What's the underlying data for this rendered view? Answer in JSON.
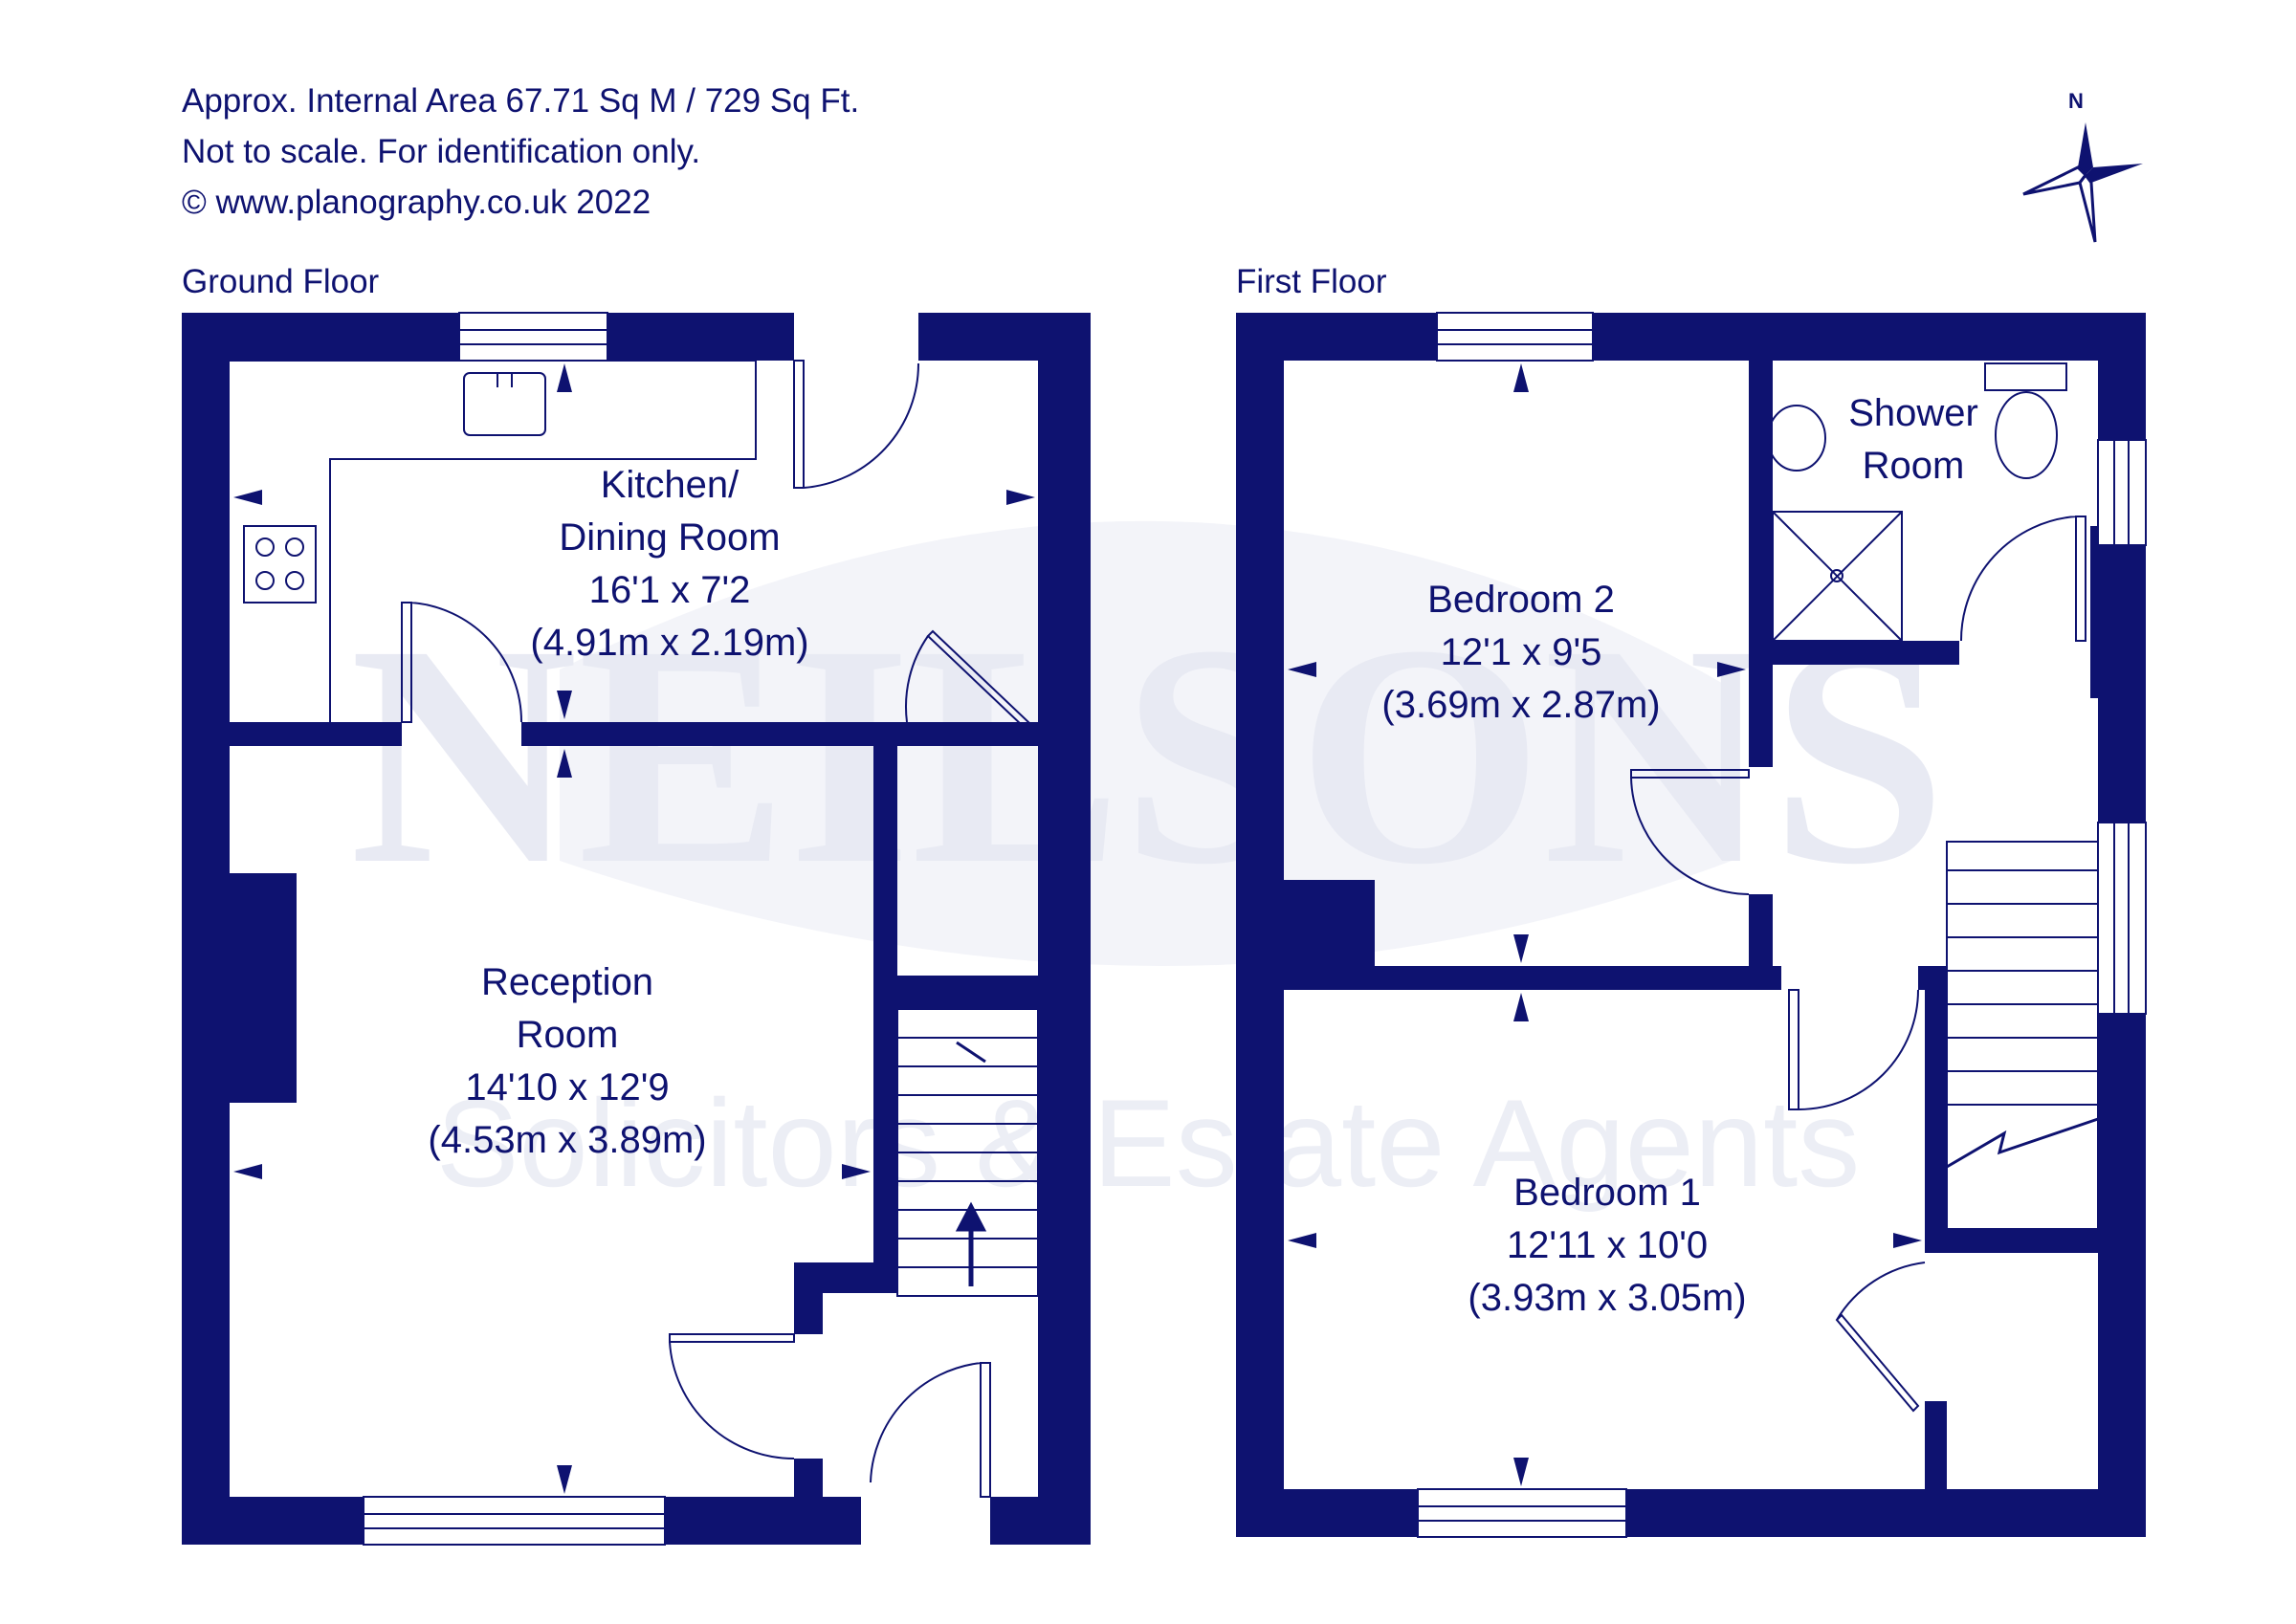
{
  "header": {
    "line1": "Approx. Internal Area 67.71 Sq M / 729 Sq Ft.",
    "line2": "Not to scale. For identification only.",
    "line3": "© www.planography.co.uk 2022"
  },
  "compass": {
    "label": "N"
  },
  "watermark": {
    "brand": "NEILSONS",
    "tagline": "Solicitors & Estate Agents"
  },
  "colors": {
    "wall": "#0e1270",
    "background": "#ffffff",
    "watermark": "#e8eaf3"
  },
  "ground_floor": {
    "label": "Ground Floor",
    "rooms": {
      "kitchen": {
        "name_line1": "Kitchen/",
        "name_line2": "Dining Room",
        "imperial": "16'1 x 7'2",
        "metric": "(4.91m x 2.19m)"
      },
      "reception": {
        "name_line1": "Reception",
        "name_line2": "Room",
        "imperial": "14'10 x 12'9",
        "metric": "(4.53m x 3.89m)"
      }
    }
  },
  "first_floor": {
    "label": "First Floor",
    "rooms": {
      "bedroom2": {
        "name": "Bedroom 2",
        "imperial": "12'1 x 9'5",
        "metric": "(3.69m x 2.87m)"
      },
      "shower": {
        "name_line1": "Shower",
        "name_line2": "Room"
      },
      "bedroom1": {
        "name": "Bedroom 1",
        "imperial": "12'11 x 10'0",
        "metric": "(3.93m x 3.05m)"
      }
    }
  }
}
